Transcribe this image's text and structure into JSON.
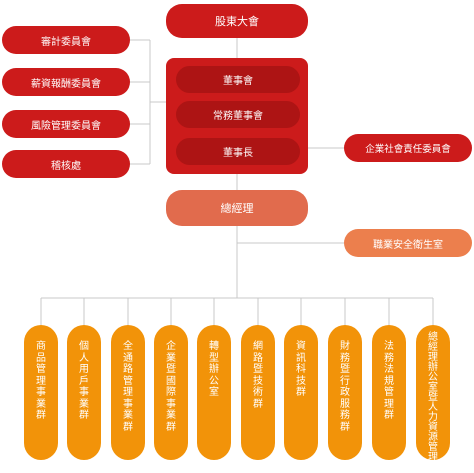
{
  "top": {
    "shareholders": "股東大會",
    "board": [
      "董事會",
      "常務董事會",
      "董事長"
    ],
    "ceo": "總經理"
  },
  "left_committees": [
    "審計委員會",
    "薪資報酬委員會",
    "風險管理委員會",
    "稽核處"
  ],
  "right_committee": "企業社會責任委員會",
  "safety_office": "職業安全衛生室",
  "departments": [
    "商品管理事業群",
    "個人用戶事業群",
    "全通路管理事業群",
    "企業暨國際事業群",
    "轉型辦公室",
    "網路暨技術群",
    "資訊科技群",
    "財務暨行政服務群",
    "法務法規管理群",
    "總經理辦公室暨人力資源管理群"
  ],
  "colors": {
    "red": "#cc1b1b",
    "dark_red": "#ad1414",
    "salmon": "#e16b4d",
    "orange_light": "#ec7f4d",
    "orange": "#f29309",
    "line": "#c8c8c8"
  }
}
